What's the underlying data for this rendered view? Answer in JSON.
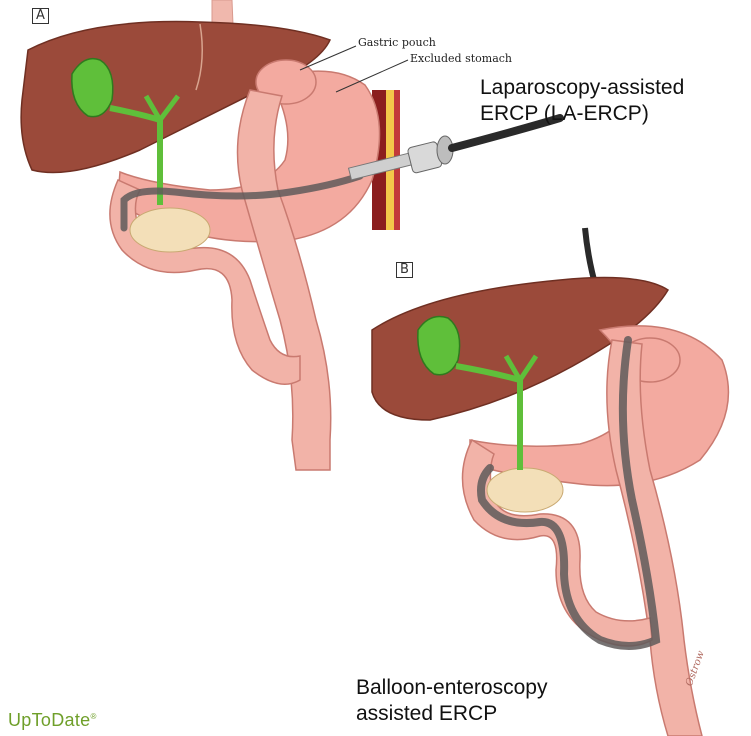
{
  "panels": {
    "a": {
      "tag": "A"
    },
    "b": {
      "tag": "B"
    }
  },
  "labels": {
    "gastric_pouch": "Gastric pouch",
    "excluded_stomach": "Excluded stomach",
    "signature": "Ostrow"
  },
  "captions": {
    "la_ercp_line1": "Laparoscopy-assisted",
    "la_ercp_line2": "ERCP (LA-ERCP)",
    "be_ercp_line1": "Balloon-enteroscopy",
    "be_ercp_line2": "assisted ERCP"
  },
  "brand": {
    "name": "UpToDate",
    "mark": "®"
  }
}
